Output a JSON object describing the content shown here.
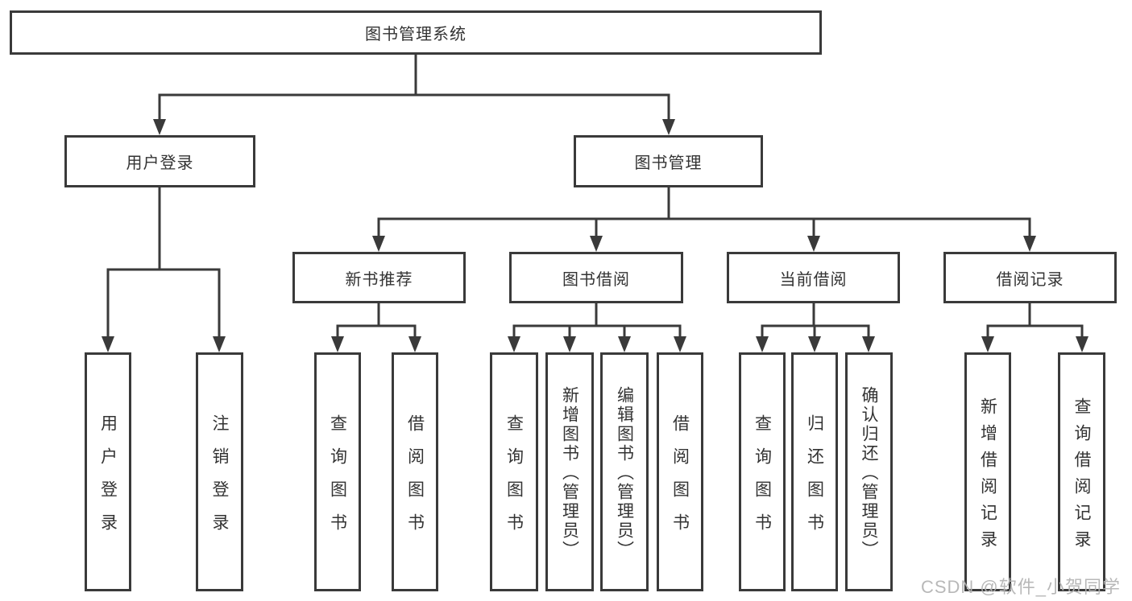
{
  "diagram": {
    "root": {
      "label": "图书管理系统"
    },
    "level2": [
      {
        "label": "用户登录"
      },
      {
        "label": "图书管理"
      }
    ],
    "level3": [
      {
        "label": "新书推荐"
      },
      {
        "label": "图书借阅"
      },
      {
        "label": "当前借阅"
      },
      {
        "label": "借阅记录"
      }
    ],
    "leaves": {
      "user_login": [
        "用户登录",
        "注销登录"
      ],
      "new_book_recommend": [
        "查询图书",
        "借阅图书"
      ],
      "book_borrowing": [
        "查询图书",
        "新增图书（管理员）",
        "编辑图书（管理员）",
        "借阅图书"
      ],
      "current_borrowing": [
        "查询图书",
        "归还图书",
        "确认归还（管理员）"
      ],
      "borrowing_records": [
        "新增借阅记录",
        "查询借阅记录"
      ]
    }
  },
  "watermark": {
    "text": "CSDN @软件_小贺同学"
  },
  "colors": {
    "line": "#3a3a3a",
    "text": "#333333",
    "watermark": "#b3b3b3",
    "background": "#ffffff"
  }
}
